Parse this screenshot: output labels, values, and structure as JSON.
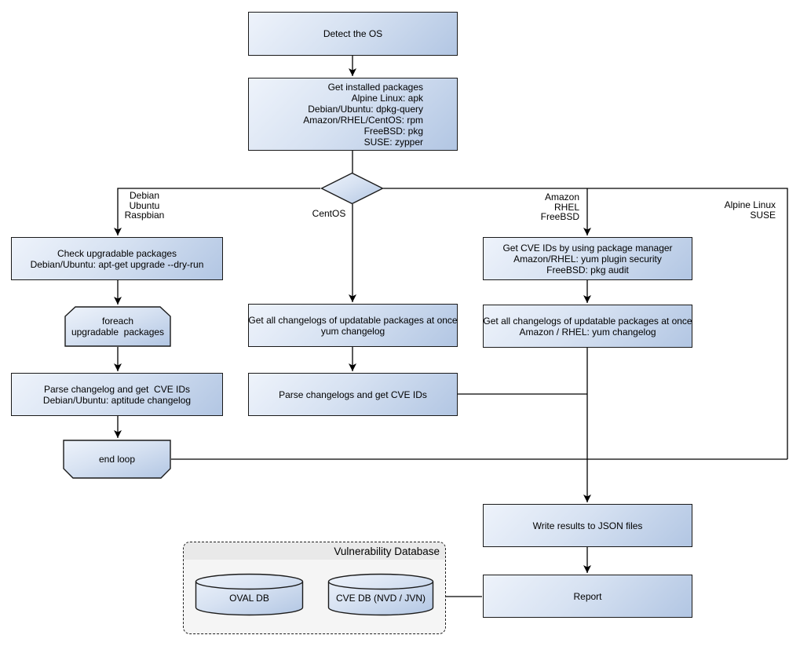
{
  "diagram": {
    "title_hint": "OS package vulnerability scan flow",
    "colors": {
      "node_fill_light": "#eef3fb",
      "node_fill_dark": "#b2c6e3",
      "node_border": "#1a1a1a",
      "connector": "#000000",
      "group_fill": "#f5f5f5",
      "group_header_fill": "#e9e9e9"
    }
  },
  "nodes": {
    "detect_os": {
      "label": "Detect the OS"
    },
    "get_installed": {
      "label": "Get installed packages\nAlpine Linux: apk\nDebian/Ubuntu: dpkg-query\nAmazon/RHEL/CentOS: rpm\nFreeBSD: pkg\nSUSE: zypper"
    },
    "check_upgradable": {
      "label": "Check upgradable packages\nDebian/Ubuntu: apt-get upgrade --dry-run"
    },
    "foreach": {
      "label": "foreach\nupgradable  packages"
    },
    "parse_changelog_deb": {
      "label": "Parse changelog and get  CVE IDs\nDebian/Ubuntu: aptitude changelog"
    },
    "end_loop": {
      "label": "end loop"
    },
    "changelogs_yum": {
      "label": "Get all changelogs of updatable packages at once\nyum changelog"
    },
    "parse_changelogs": {
      "label": "Parse changelogs and get CVE IDs"
    },
    "cve_pkg_manager": {
      "label": "Get CVE IDs by using package manager\nAmazon/RHEL: yum plugin security\nFreeBSD: pkg audit"
    },
    "changelogs_amazon": {
      "label": "Get all changelogs of updatable packages at once\nAmazon / RHEL: yum changelog"
    },
    "write_json": {
      "label": "Write results to JSON files"
    },
    "report": {
      "label": "Report"
    }
  },
  "edge_labels": {
    "debian": "Debian\nUbuntu\nRaspbian",
    "centos": "CentOS",
    "amazon": "Amazon\nRHEL\nFreeBSD",
    "alpine": "Alpine Linux\nSUSE"
  },
  "group": {
    "title": "Vulnerability Database"
  },
  "databases": {
    "oval": {
      "label": "OVAL DB"
    },
    "cve": {
      "label": "CVE DB (NVD / JVN)"
    }
  }
}
